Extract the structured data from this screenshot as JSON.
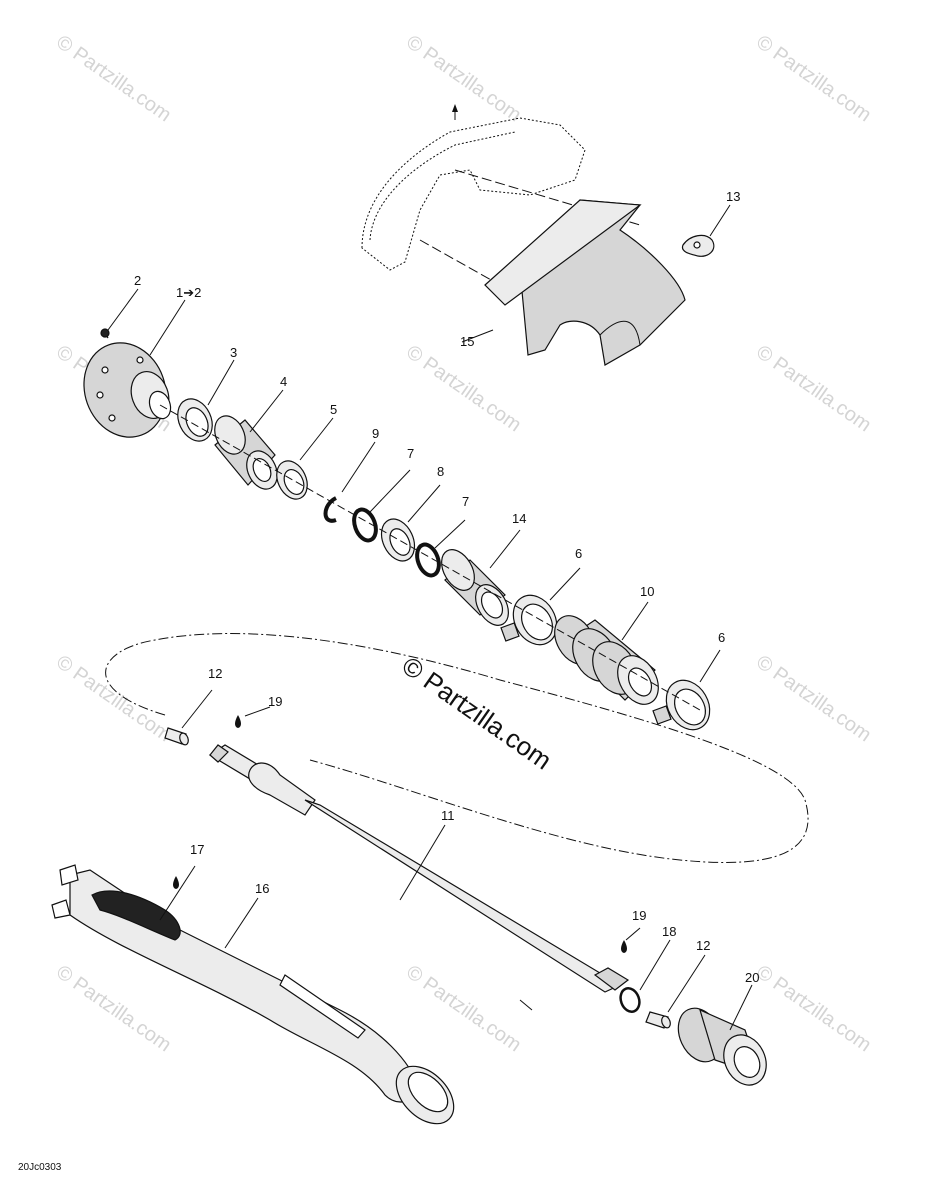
{
  "diagram": {
    "callouts": {
      "c1": "1➔2",
      "c2": "2",
      "c3": "3",
      "c4": "4",
      "c5": "5",
      "c6a": "6",
      "c6b": "6",
      "c7a": "7",
      "c7b": "7",
      "c8": "8",
      "c9": "9",
      "c10": "10",
      "c11": "11",
      "c12a": "12",
      "c12b": "12",
      "c13": "13",
      "c14": "14",
      "c15": "15",
      "c16": "16",
      "c17": "17",
      "c18": "18",
      "c19a": "19",
      "c19b": "19",
      "c20": "20"
    },
    "drawing_code": "20Jc0303",
    "watermark_center": "© Partzilla.com",
    "watermark_tile": "© Partzilla.com",
    "colors": {
      "line": "#111111",
      "fill": "#d6d6d6",
      "watermark": "#d4d4d4"
    }
  }
}
